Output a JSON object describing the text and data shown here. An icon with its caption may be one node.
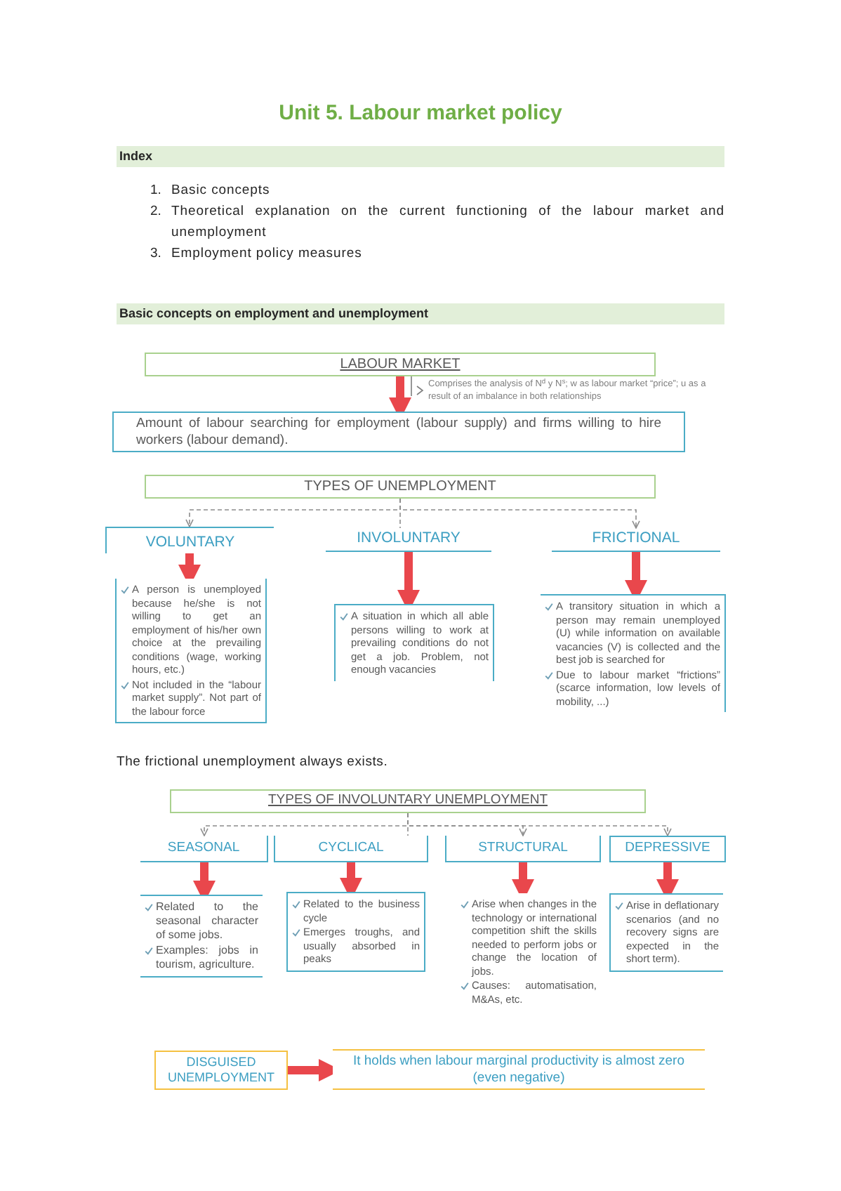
{
  "diagram": {
    "title": "Unit 5. Labour market policy",
    "nodes": [
      {
        "text": [
          "Index"
        ]
      },
      {
        "text": [
          "Basic concepts on employment and unemployment"
        ]
      },
      {
        "text": [
          "LABOUR MARKET"
        ]
      },
      {
        "text": [
          "Amount of labour searching for employment (labour supply) and firms willing to hire workers (labour demand)."
        ]
      },
      {
        "text": [
          "TYPES OF UNEMPLOYMENT"
        ]
      },
      {
        "text": [
          "VOLUNTARY"
        ]
      },
      {
        "text": [
          "INVOLUNTARY"
        ]
      },
      {
        "text": [
          "FRICTIONAL"
        ]
      },
      {
        "text": [
          "A person is unemployed because he/she is not willing to get an employment of his/her own choice at the prevailing conditions (wage, working hours, etc.)",
          "Not included in the “labour market supply”. Not part of the labour force"
        ]
      },
      {
        "text": [
          "A situation in which all able persons willing to work at prevailing conditions do not get a job. Problem, not enough vacancies"
        ]
      },
      {
        "text": [
          "A transitory situation in which a person may remain unemployed (U) while information on available vacancies (V) is collected and the best job is searched for",
          "Due to labour market “frictions” (scarce information, low levels of mobility, ...)"
        ]
      },
      {
        "text": [
          "TYPES OF INVOLUNTARY UNEMPLOYMENT"
        ]
      },
      {
        "text": [
          "SEASONAL"
        ]
      },
      {
        "text": [
          "CYCLICAL"
        ]
      },
      {
        "text": [
          "STRUCTURAL"
        ]
      },
      {
        "text": [
          "DEPRESSIVE"
        ]
      },
      {
        "text": [
          "Related to the seasonal character of some jobs.",
          "Examples: jobs in tourism, agriculture."
        ]
      },
      {
        "text": [
          "Related to the business cycle",
          "Emerges troughs, and usually absorbed in peaks"
        ]
      },
      {
        "text": [
          "Arise when changes in the technology or international competition shift the skills needed to perform jobs or change the location of jobs.",
          "Causes: automatisation, M&As, etc."
        ]
      },
      {
        "text": [
          "Arise in deflationary scenarios (and no recovery signs are expected in the short term)."
        ]
      },
      {
        "text": [
          "DISGUISED UNEMPLOYMENT"
        ]
      },
      {
        "text": [
          "It holds when labour marginal productivity is almost zero (even negative)"
        ]
      }
    ],
    "edges": [
      {
        "from": 2,
        "to": 3,
        "arrow": "to",
        "label": "Comprises the analysis of N$^{d}$ y N$^{s}$; w as labour market “price”; u as a result of an imbalance in both relationships"
      },
      {
        "from": 4,
        "to": 5,
        "arrow": "to",
        "style": "dashed",
        "color": "#8c8c8c"
      },
      {
        "from": 4,
        "to": 6,
        "arrow": "none",
        "style": "dashed",
        "color": "#8c8c8c"
      },
      {
        "from": 4,
        "to": 7,
        "arrow": "to",
        "style": "dashed",
        "color": "#8c8c8c"
      },
      {
        "from": 5,
        "to": 8,
        "arrow": "to"
      },
      {
        "from": 6,
        "to": 9,
        "arrow": "to"
      },
      {
        "from": 7,
        "to": 10,
        "arrow": "to"
      },
      {
        "from": 11,
        "to": 12,
        "arrow": "to",
        "style": "dashed",
        "color": "#8c8c8c"
      },
      {
        "from": 11,
        "to": 13,
        "arrow": "none",
        "style": "dashed",
        "color": "#8c8c8c"
      },
      {
        "from": 11,
        "to": 14,
        "arrow": "to",
        "style": "dashed",
        "color": "#8c8c8c"
      },
      {
        "from": 11,
        "to": 15,
        "arrow": "to",
        "style": "dashed",
        "color": "#8c8c8c"
      },
      {
        "from": 12,
        "to": 16,
        "arrow": "to"
      },
      {
        "from": 13,
        "to": 17,
        "arrow": "to"
      },
      {
        "from": 14,
        "to": 18,
        "arrow": "to"
      },
      {
        "from": 15,
        "to": 19,
        "arrow": "to"
      },
      {
        "from": 20,
        "to": 21,
        "arrow": "to"
      }
    ],
    "labels": [
      "1.",
      "Basic concepts",
      "2.",
      "Theoretical explanation on the current functioning of the labour market and unemployment",
      "3.",
      "Employment policy measures",
      "The frictional unemployment always exists."
    ]
  }
}
